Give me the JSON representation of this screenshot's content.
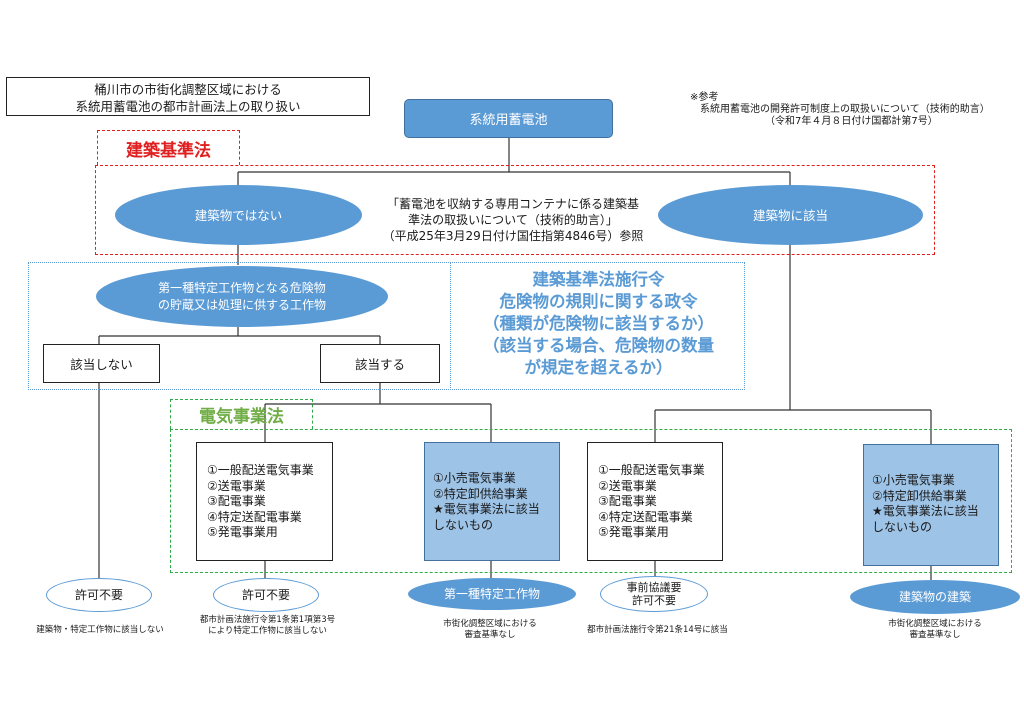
{
  "title": {
    "line1": "桶川市の市街化調整区域における",
    "line2": "系統用蓄電池の都市計画法上の取り扱い"
  },
  "reference_note": {
    "line1": "※参考",
    "line2": "系統用蓄電池の開発許可制度上の取扱いについて（技術的助言）",
    "line3": "（令和7年４月８日付け国都計第7号）"
  },
  "root": {
    "label": "系統用蓄電池"
  },
  "building_standards": {
    "section_label": "建築基準法",
    "not_building": "建築物ではない",
    "is_building": "建築物に該当",
    "note_line1": "「蓄電池を収納する専用コンテナに係る建築基",
    "note_line2": "準法の取扱いについて（技術的助言）」",
    "note_line3": "（平成25年3月29日付け国住指第4846号）参照"
  },
  "hazard": {
    "oval_line1": "第一種特定工作物となる危険物",
    "oval_line2": "の貯蔵又は処理に供する工作物",
    "not_applicable": "該当しない",
    "applicable": "該当する",
    "order_line1": "建築基準法施行令",
    "order_line2": "危険物の規則に関する政令",
    "order_line3": "（種類が危険物に該当するか）",
    "order_line4": "（該当する場合、危険物の数量",
    "order_line5": "が規定を超えるか）"
  },
  "electricity": {
    "section_label": "電気事業法",
    "list_a": [
      "①一般配送電気事業",
      "②送電事業",
      "③配電事業",
      "④特定送配電事業",
      "⑤発電事業用"
    ],
    "list_b": [
      "①小売電気事業",
      "②特定卸供給事業",
      "★電気事業法に該当",
      "しないもの"
    ],
    "list_c": [
      "①一般配送電気事業",
      "②送電事業",
      "③配電事業",
      "④特定送配電事業",
      "⑤発電事業用"
    ],
    "list_d": [
      "①小売電気事業",
      "②特定卸供給事業",
      "★電気事業法に該当",
      "しないもの"
    ]
  },
  "results": {
    "r1": {
      "label": "許可不要",
      "note_line1": "建築物・特定工作物に該当しない"
    },
    "r2": {
      "label": "許可不要",
      "note_line1": "都市計画法施行令第1条第1項第3号",
      "note_line2": "により特定工作物に該当しない"
    },
    "r3": {
      "label": "第一種特定工作物",
      "note_line1": "市街化調整区域における",
      "note_line2": "審査基準なし"
    },
    "r4": {
      "label_line1": "事前協議要",
      "label_line2": "許可不要",
      "note_line1": "都市計画法施行令第21条14号に該当"
    },
    "r5": {
      "label": "建築物の建築",
      "note_line1": "市街化調整区域における",
      "note_line2": "審査基準なし"
    }
  },
  "colors": {
    "primary_blue": "#5b9bd5",
    "light_blue": "#9dc3e6",
    "red_label": "#e02020",
    "green_label": "#70ad47"
  }
}
